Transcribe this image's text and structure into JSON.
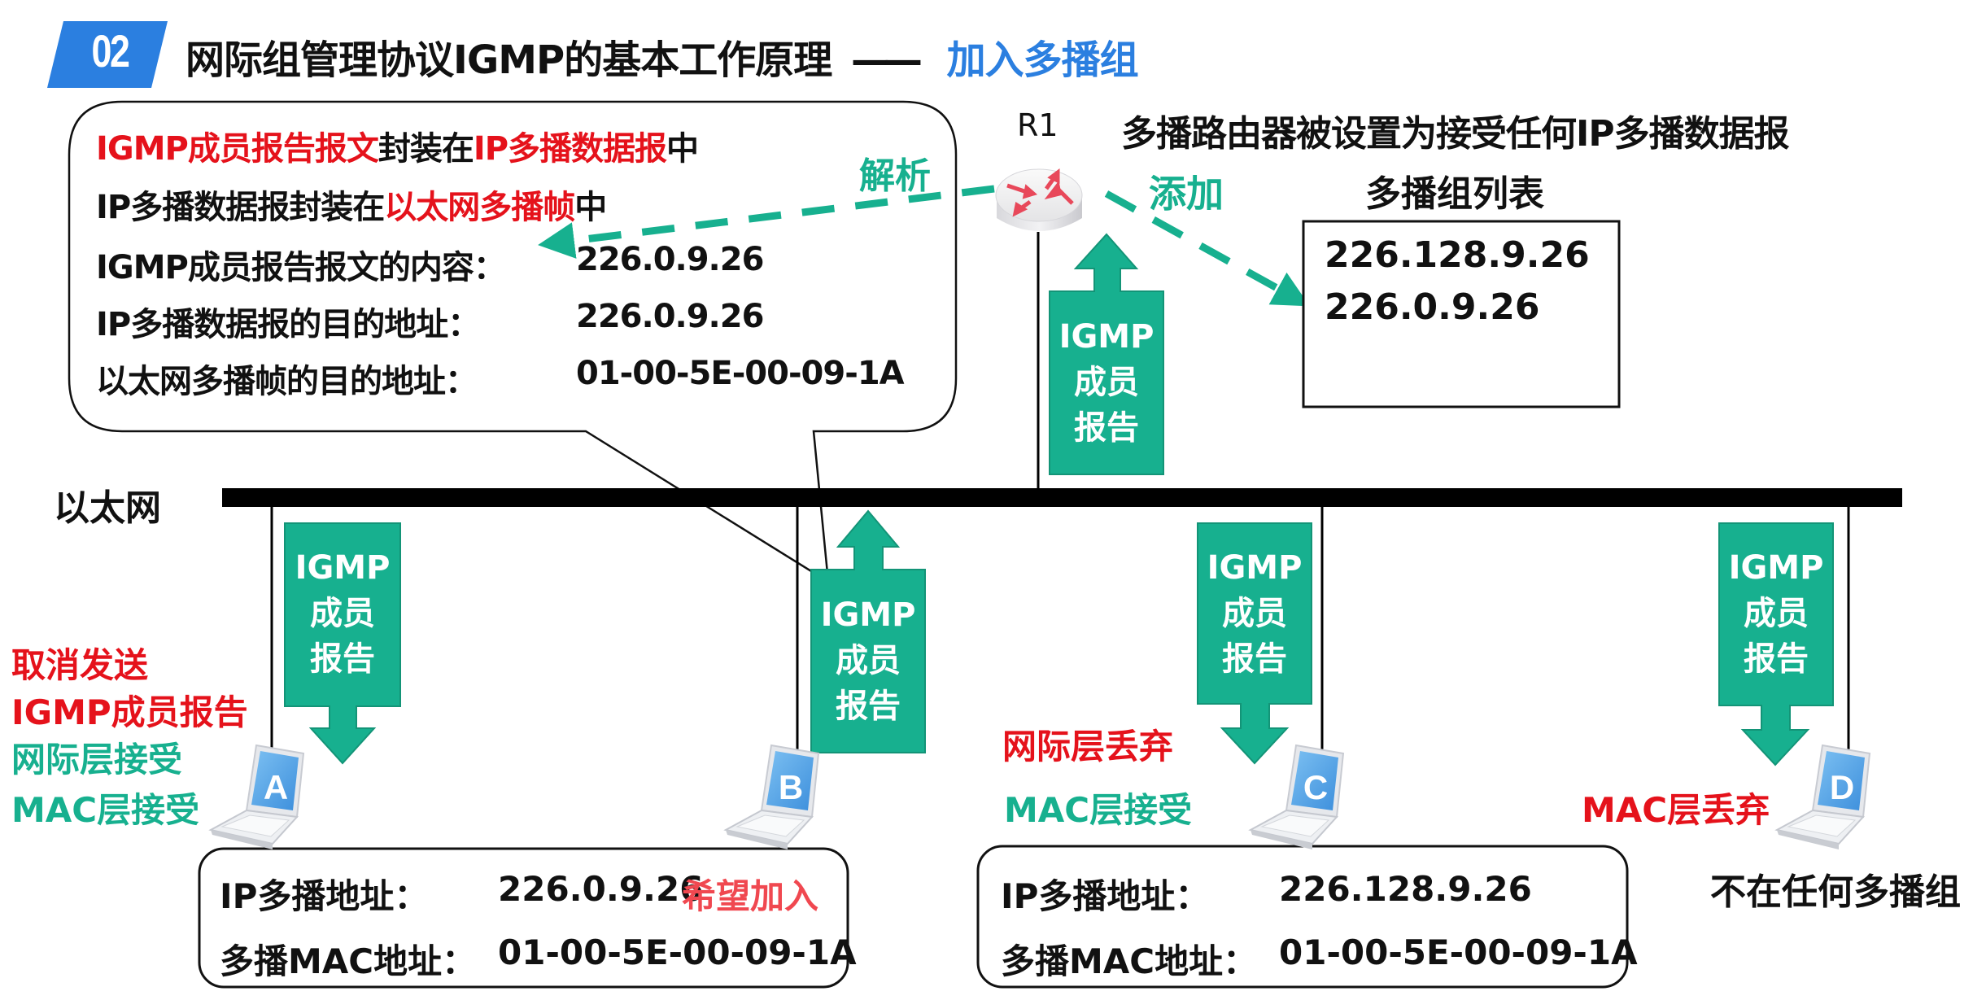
{
  "header": {
    "badge": "02",
    "title": "网际组管理协议IGMP的基本工作原理",
    "dash": "——",
    "subtitle": "加入多播组"
  },
  "colors": {
    "accent_blue": "#2b7fe0",
    "green": "#17b08f",
    "red": "#e5121b",
    "laptop_screen": "#5aa9ec"
  },
  "bubble": {
    "line1": [
      {
        "text": "IGMP成员报告报文",
        "color": "red"
      },
      {
        "text": "封装在",
        "color": "black"
      },
      {
        "text": "IP多播数据报",
        "color": "red"
      },
      {
        "text": "中",
        "color": "black"
      }
    ],
    "line2": [
      {
        "text": "IP多播数据报封装在",
        "color": "black"
      },
      {
        "text": "以太网多播帧",
        "color": "red"
      },
      {
        "text": "中",
        "color": "black"
      }
    ],
    "rows": [
      {
        "label": "IGMP成员报告报文的内容：",
        "value": "226.0.9.26"
      },
      {
        "label": "IP多播数据报的目的地址：",
        "value": "226.0.9.26"
      },
      {
        "label": "以太网多播帧的目的地址：",
        "value": "01-00-5E-00-09-1A"
      }
    ]
  },
  "router": {
    "name": "R1",
    "icon": "router-icon",
    "note": "多播路由器被设置为接受任何IP多播数据报",
    "parse_label": "解析",
    "add_label": "添加"
  },
  "group_list": {
    "title": "多播组列表",
    "entries": [
      "226.128.9.26",
      "226.0.9.26"
    ]
  },
  "network": {
    "label": "以太网"
  },
  "report_label": [
    "IGMP",
    "成员",
    "报告"
  ],
  "hosts": [
    {
      "id": "A",
      "icon": "laptop-icon",
      "notes": [
        {
          "text": "取消发送",
          "color": "red"
        },
        {
          "text": "IGMP成员报告",
          "color": "red"
        },
        {
          "text": "网际层接受",
          "color": "green"
        },
        {
          "text": "MAC层接受",
          "color": "green"
        }
      ]
    },
    {
      "id": "B",
      "icon": "laptop-icon",
      "notes": []
    },
    {
      "id": "C",
      "icon": "laptop-icon",
      "notes": [
        {
          "text": "网际层丢弃",
          "color": "red"
        },
        {
          "text": "MAC层接受",
          "color": "green"
        }
      ]
    },
    {
      "id": "D",
      "icon": "laptop-icon",
      "notes": [
        {
          "text": "MAC层丢弃",
          "color": "red"
        }
      ],
      "status": "不在任何多播组"
    }
  ],
  "info_boxes": [
    {
      "ip_label": "IP多播地址：",
      "ip_value": "226.0.9.26",
      "ip_note": "希望加入",
      "mac_label": "多播MAC地址：",
      "mac_value": "01-00-5E-00-09-1A"
    },
    {
      "ip_label": "IP多播地址：",
      "ip_value": "226.128.9.26",
      "mac_label": "多播MAC地址：",
      "mac_value": "01-00-5E-00-09-1A"
    }
  ]
}
